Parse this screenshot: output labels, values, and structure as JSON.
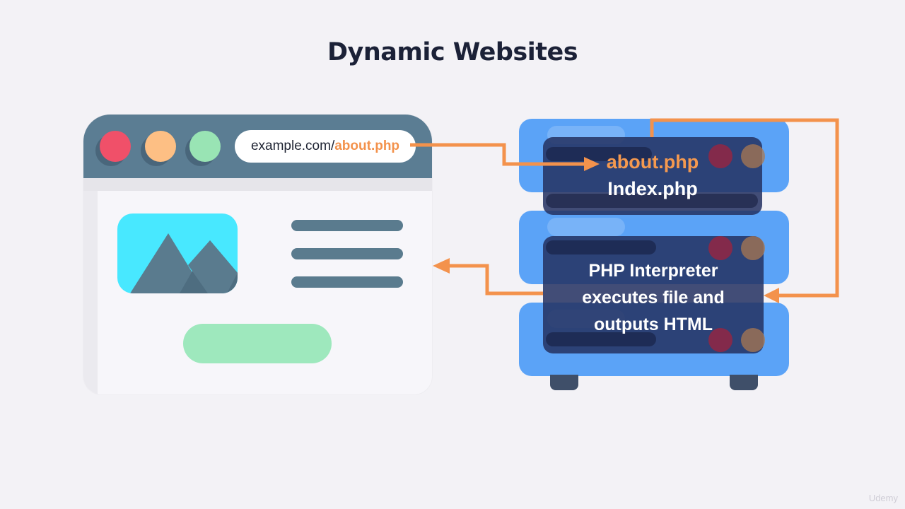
{
  "title": "Dynamic Websites",
  "browser": {
    "url_prefix": "example.com/",
    "url_highlight": "about.php"
  },
  "server": {
    "requested_file": "about.php",
    "index_file": "Index.php",
    "interpreter_lines": [
      "PHP Interpreter",
      "executes file and",
      "outputs HTML"
    ]
  },
  "watermark": "Udemy",
  "colors": {
    "background": "#f3f2f6",
    "title": "#1b2137",
    "browser_bar": "#5b7d93",
    "accent_orange": "#f3924c",
    "server_blue": "#5ba3f7",
    "overlay": "#243262",
    "dot_red": "#f05069",
    "dot_yellow": "#fdbf84",
    "dot_green": "#99e4b4",
    "image_cyan": "#48e8ff",
    "button_green": "#9ee8bd"
  }
}
